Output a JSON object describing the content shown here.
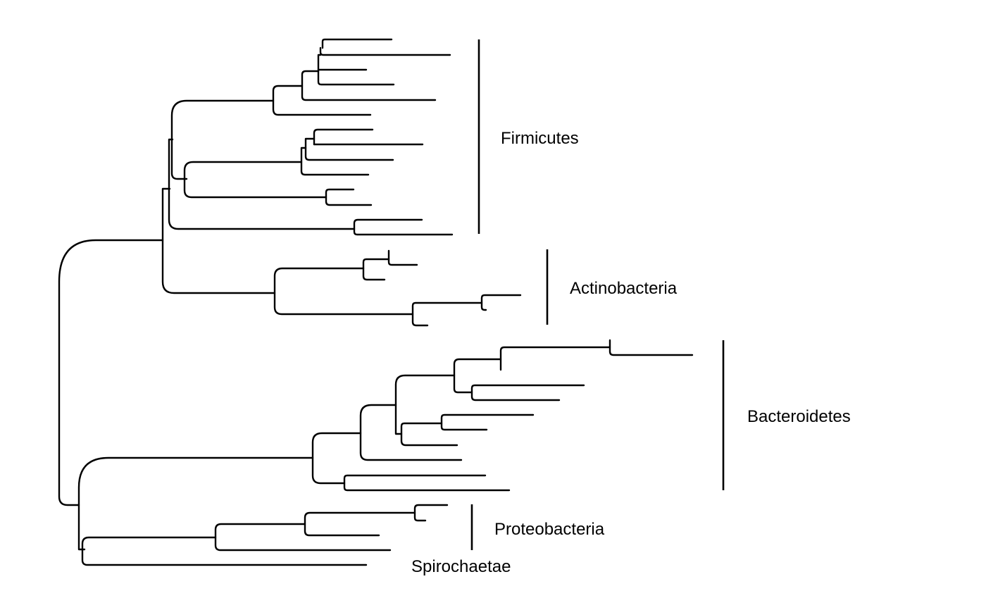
{
  "figure": {
    "type": "phylogenetic-tree",
    "line_color": "#000000",
    "background": "#ffffff"
  },
  "clades": [
    {
      "name": "Firmicutes"
    },
    {
      "name": "Actinobacteria"
    },
    {
      "name": "Bacteroidetes"
    },
    {
      "name": "Proteobacteria"
    },
    {
      "name": "Spirochaetae"
    }
  ]
}
